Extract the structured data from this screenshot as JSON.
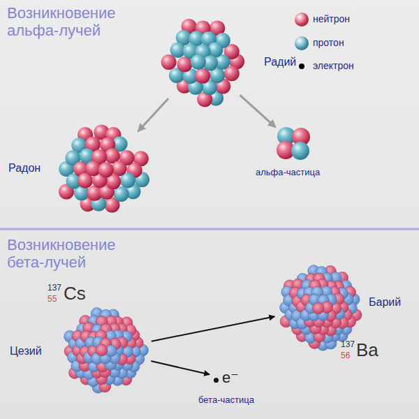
{
  "diagram": {
    "nodes": [
      {
        "text": [
          "Радий"
        ]
      },
      {
        "text": [
          "Радон"
        ]
      },
      {
        "text": [
          "альфа-частица"
        ]
      },
      {
        "text": [
          "137",
          "55",
          "Cs",
          "Цезий"
        ]
      },
      {
        "text": [
          "Барий",
          "137",
          "56",
          "Ba"
        ]
      },
      {
        "text": [
          "e⁻",
          "бета-частица"
        ]
      }
    ],
    "edges": [
      {
        "from": 0,
        "to": 1,
        "arrow": "to"
      },
      {
        "from": 0,
        "to": 2,
        "arrow": "to"
      },
      {
        "from": 3,
        "to": 4,
        "arrow": "to"
      },
      {
        "from": 3,
        "to": 5,
        "arrow": "to"
      }
    ],
    "labels": [
      "Возникновение альфа-лучей",
      "Возникновение бета-лучей"
    ],
    "legend": [
      {
        "text": "нейтрон",
        "color": "#d6415f"
      },
      {
        "text": "протон",
        "color": "#4aa0b4"
      },
      {
        "text": "электрон",
        "color": "#000000"
      }
    ]
  }
}
